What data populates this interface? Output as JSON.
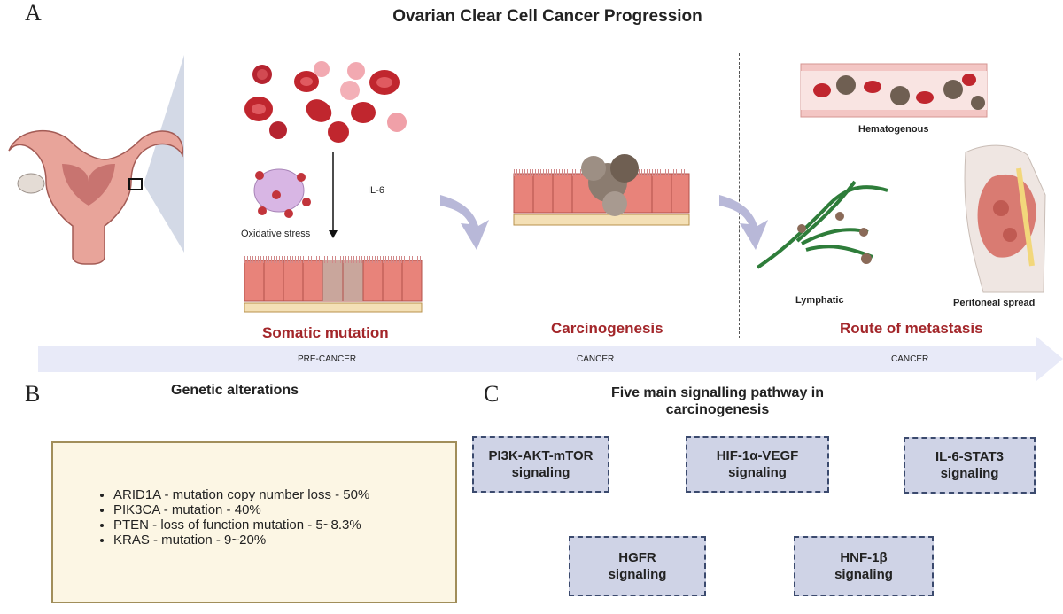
{
  "panel_a": {
    "letter": "A",
    "title": "Ovarian Clear Cell Cancer Progression",
    "labels": {
      "il6": "IL-6",
      "oxidative": "Oxidative stress",
      "hematogenous": "Hematogenous",
      "lymphatic": "Lymphatic",
      "peritoneal": "Peritoneal spread"
    },
    "stages": [
      {
        "name": "Somatic mutation",
        "phase": "PRE-CANCER"
      },
      {
        "name": "Carcinogenesis",
        "phase": "CANCER"
      },
      {
        "name": "Route of metastasis",
        "phase": "CANCER"
      }
    ]
  },
  "panel_b": {
    "letter": "B",
    "title": "Genetic alterations",
    "items": [
      "ARID1A - mutation copy number loss - 50%",
      "PIK3CA - mutation - 40%",
      "PTEN - loss of function mutation - 5~8.3%",
      "KRAS - mutation - 9~20%"
    ]
  },
  "panel_c": {
    "letter": "C",
    "title_line1": "Five main signalling pathway in",
    "title_line2": "carcinogenesis",
    "pathways": [
      {
        "name": "PI3K-AKT-mTOR",
        "suffix": "signaling"
      },
      {
        "name": "HIF-1α-VEGF",
        "suffix": "signaling"
      },
      {
        "name": "IL-6-STAT3",
        "suffix": "signaling"
      },
      {
        "name": "HGFR",
        "suffix": "signaling"
      },
      {
        "name": "HNF-1β",
        "suffix": "signaling"
      }
    ]
  },
  "colors": {
    "accent_red": "#a3262a",
    "arrow_band": "#e8eaf8",
    "pathway_fill": "#cfd3e6",
    "pathway_border": "#3b4a6e",
    "genetic_fill": "#fcf6e4",
    "genetic_border": "#a18e5a",
    "cell_pink": "#e8837a",
    "blood_red": "#c0262e"
  }
}
